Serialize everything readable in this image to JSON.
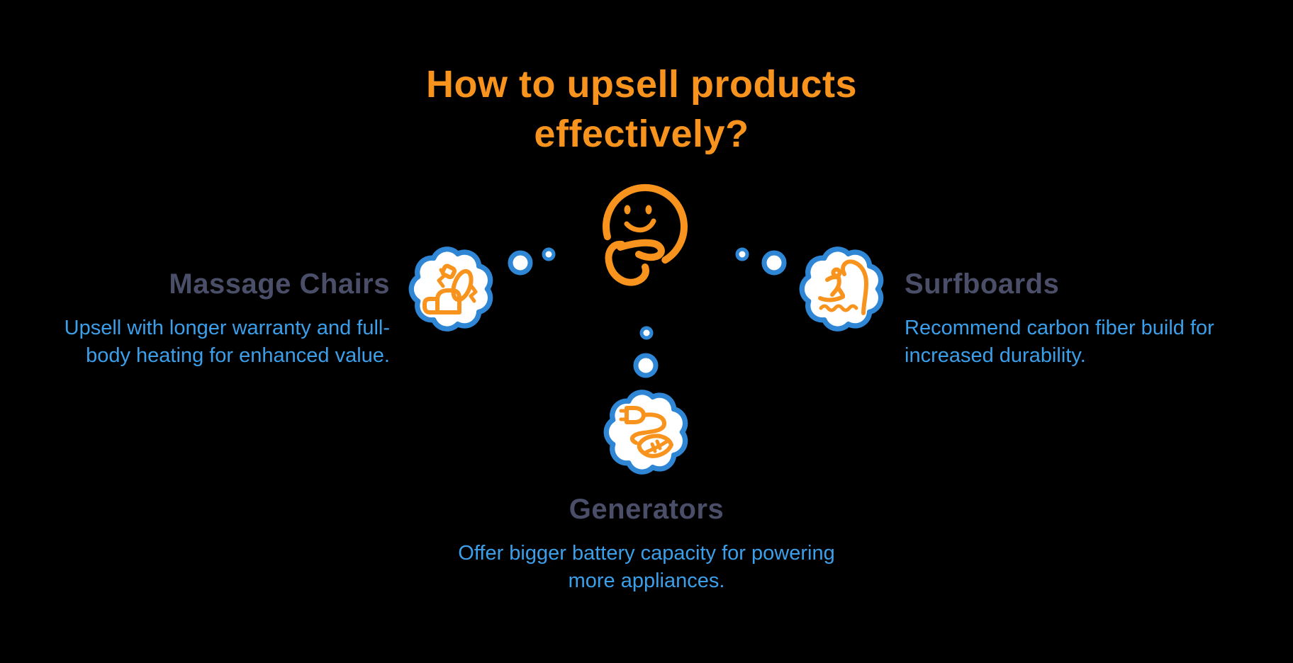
{
  "title": {
    "full_text": "How to upsell products effectively?",
    "lines": [
      "How to upsell products",
      "effectively?"
    ]
  },
  "center_icon": "thinking-face-icon",
  "items": [
    {
      "id": "massage-chairs",
      "position": "left",
      "heading": "Massage Chairs",
      "description": "Upsell with longer warranty and full-body heating for enhanced value.",
      "icon": "massage-chair-icon",
      "bubble": "thought-bubble-cloud"
    },
    {
      "id": "surfboards",
      "position": "right",
      "heading": "Surfboards",
      "description": "Recommend carbon fiber build for increased durability.",
      "icon": "surfer-wave-icon",
      "bubble": "thought-bubble-cloud"
    },
    {
      "id": "generators",
      "position": "bottom",
      "heading": "Generators",
      "description": "Offer bigger battery capacity for powering more appliances.",
      "icon": "eco-plug-leaf-icon",
      "bubble": "thought-bubble-cloud"
    }
  ],
  "colors": {
    "background": "#000000",
    "accent_orange": "#F8941E",
    "bubble_outline_blue": "#2E86D5",
    "description_blue": "#3B9FE9",
    "heading_dark": "#4A4E68",
    "bubble_fill": "#FFFFFF"
  }
}
